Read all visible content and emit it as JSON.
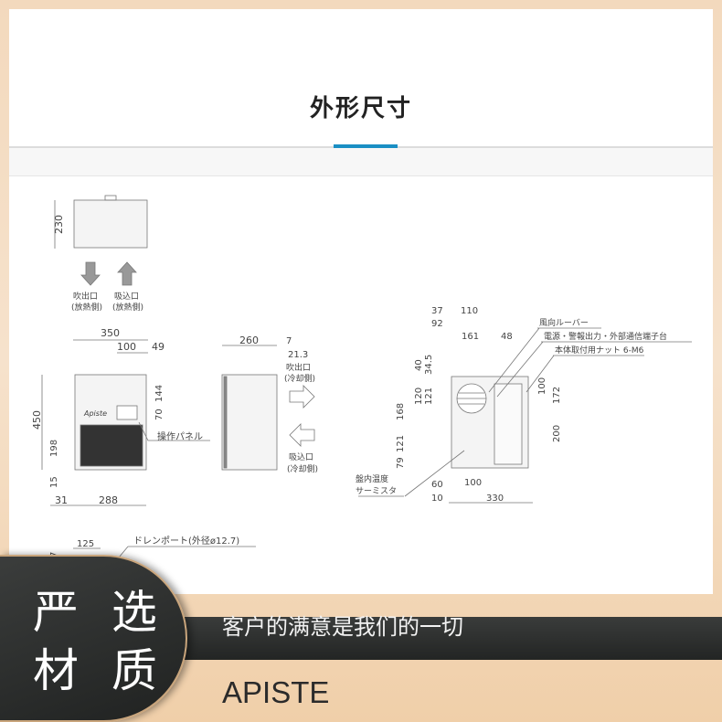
{
  "section": {
    "title": "外形尺寸"
  },
  "drawing": {
    "top_view": {
      "height": "230",
      "outlet_label": "吹出口",
      "outlet_sub": "(放熱側)",
      "inlet_label": "吸込口",
      "inlet_sub": "(放熱側)"
    },
    "front_view": {
      "width": "350",
      "d100": "100",
      "d49": "49",
      "height": "450",
      "d144": "144",
      "d70": "70",
      "d198": "198",
      "d15": "15",
      "d31": "31",
      "d288": "288",
      "panel_label": "操作パネル",
      "logo": "Apiste"
    },
    "side_view": {
      "depth": "260",
      "d7": "7",
      "d21": "21.3",
      "outlet_label": "吹出口",
      "outlet_sub": "(冷却側)",
      "inlet_label": "吸込口",
      "inlet_sub": "(冷却側)"
    },
    "back_view": {
      "d37": "37",
      "d110": "110",
      "d92": "92",
      "d161": "161",
      "d48": "48",
      "d40": "40",
      "d34": "34.5",
      "d120": "120",
      "d121a": "121",
      "d168": "168",
      "d121b": "121",
      "d79": "79",
      "d100a": "100",
      "d172": "172",
      "d200": "200",
      "d60": "60",
      "d100b": "100",
      "d10": "10",
      "d330": "330",
      "louver_label": "風向ルーバー",
      "terminal_label": "電源・警報出力・外部通信端子台",
      "nut_label": "本体取付用ナット 6-M6",
      "thermistor_label1": "盤内温度",
      "thermistor_label2": "サーミスタ"
    },
    "bottom_view": {
      "d125": "125",
      "d7": "7",
      "drain_label": "ドレンポート(外径ø12.7)"
    }
  },
  "banner": {
    "badge_line1": "严 选",
    "badge_line2": "材 质",
    "slogan": "客户的满意是我们的一切",
    "brand": "APISTE"
  }
}
